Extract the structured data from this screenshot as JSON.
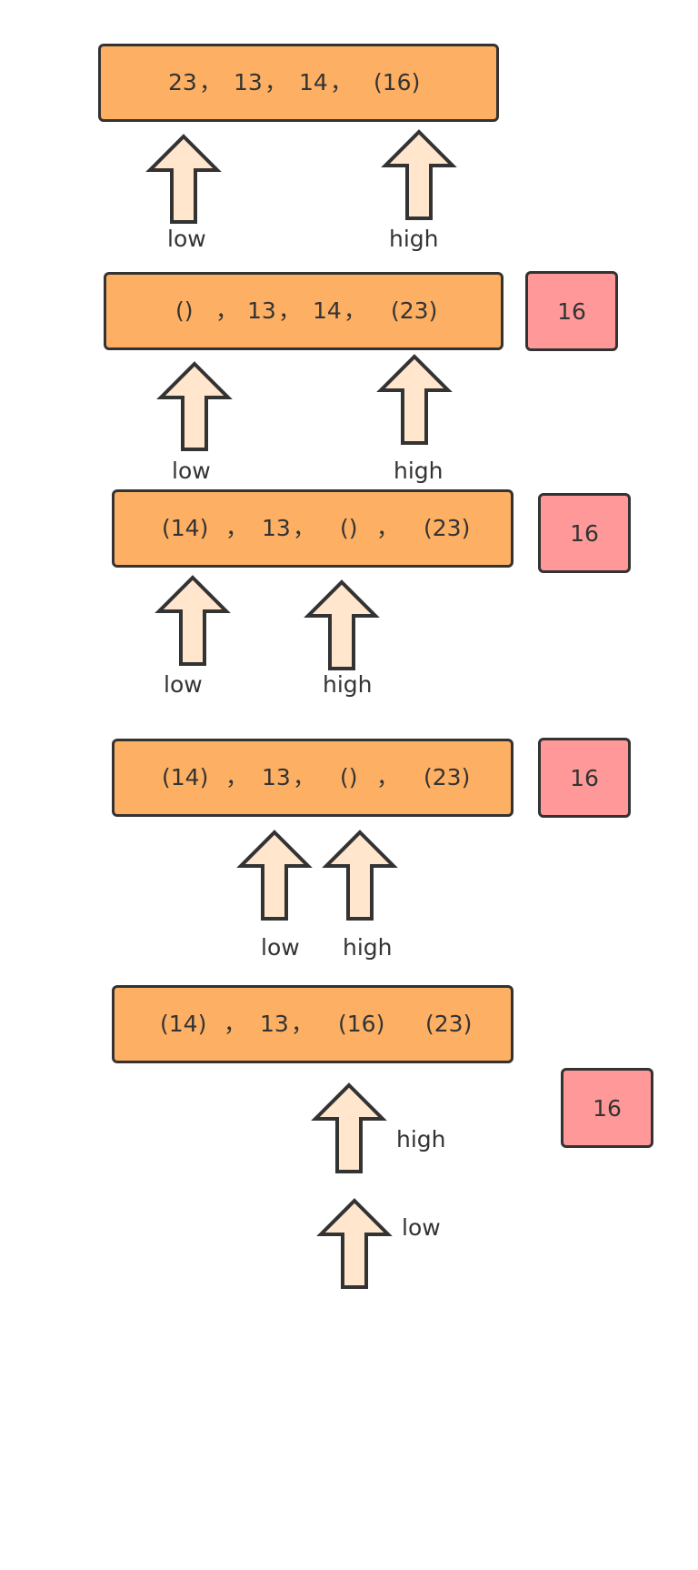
{
  "steps": [
    {
      "cells": [
        "23",
        "，",
        "13",
        "，",
        "14",
        "，",
        "(16)"
      ]
    },
    {
      "cells": [
        "()",
        "，",
        "13",
        "，",
        "14",
        "，",
        "(23)"
      ],
      "pivot": "16"
    },
    {
      "cells": [
        "(14)",
        "，",
        "13",
        "，",
        "()",
        "，",
        "(23)"
      ],
      "pivot": "16"
    },
    {
      "cells": [
        "(14)",
        "，",
        "13",
        "，",
        "()",
        "，",
        "(23)"
      ],
      "pivot": "16"
    },
    {
      "cells": [
        "(14)",
        "，",
        "13",
        "，",
        "(16)",
        "(23)"
      ],
      "pivot": "16"
    }
  ],
  "pointer_labels": {
    "low": "low",
    "high": "high"
  },
  "colors": {
    "array_fill": "#FDB064",
    "pivot_fill": "#FF9999",
    "arrow_fill": "#FFE6CC",
    "stroke": "#333333"
  }
}
